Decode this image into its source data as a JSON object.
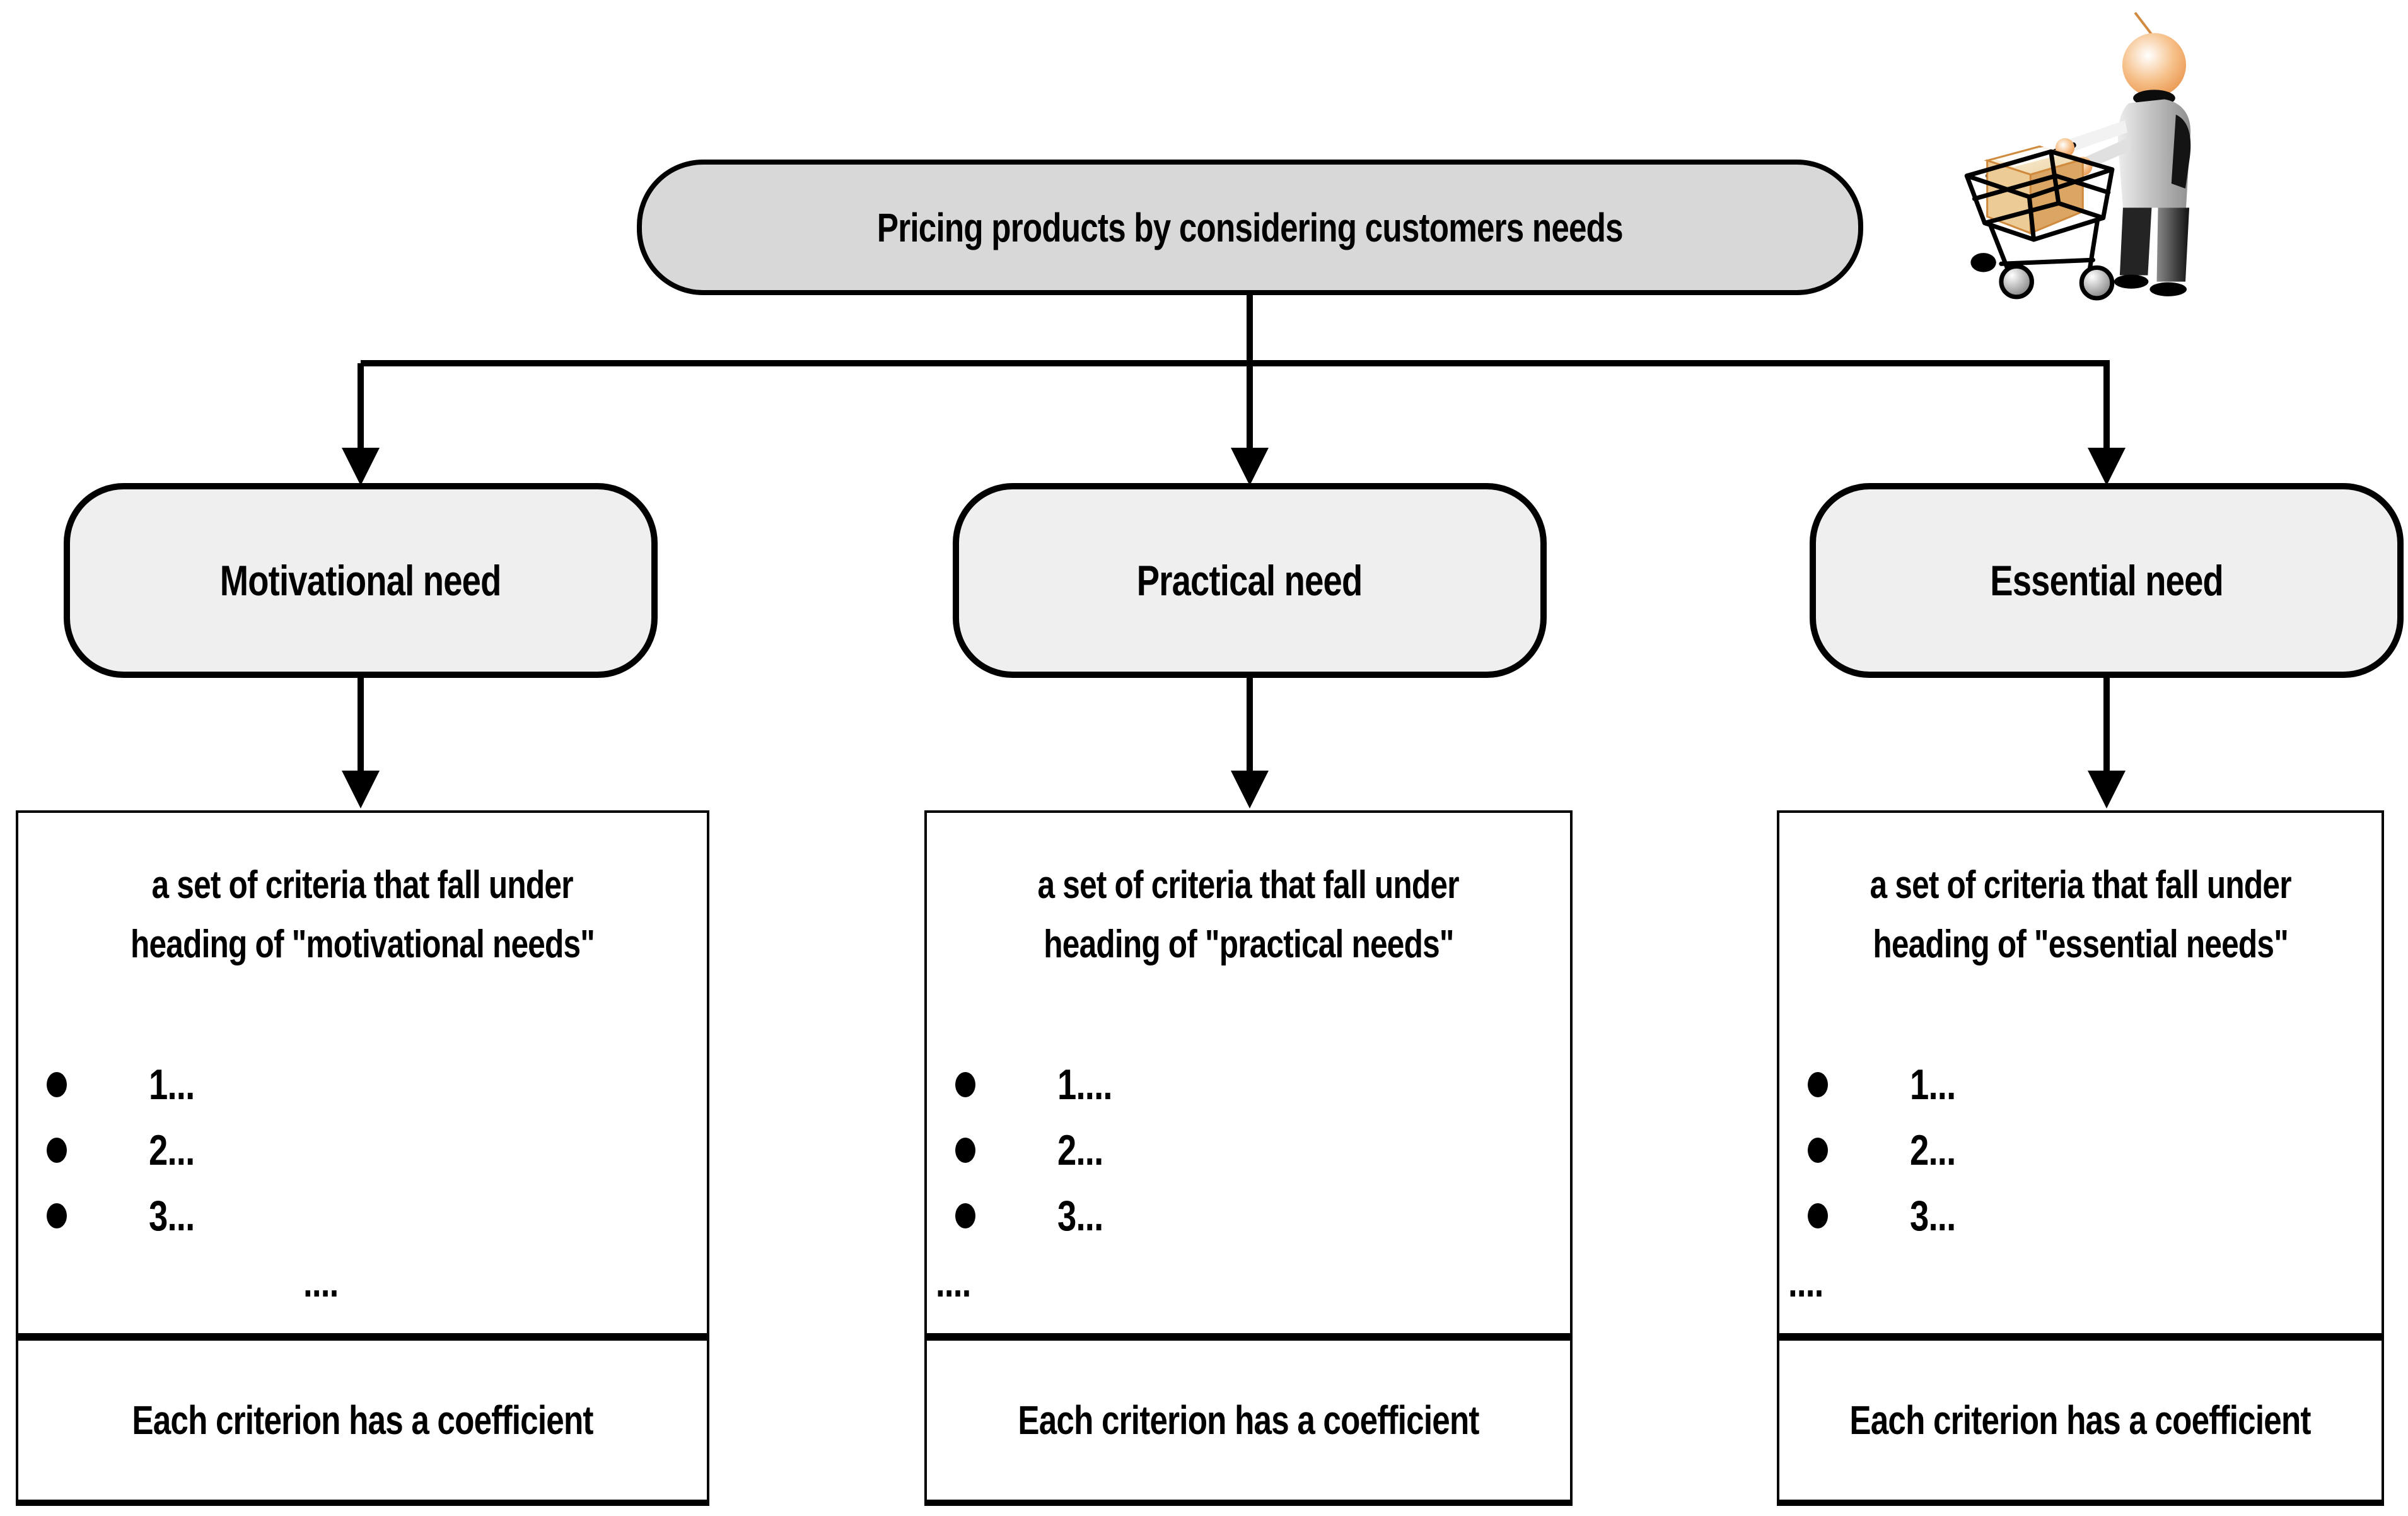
{
  "root": {
    "label": "Pricing products by considering customers needs"
  },
  "icon": {
    "name": "person-with-shopping-cart",
    "colors": {
      "skin": "#f0a35e",
      "box_front": "#eccb96",
      "box_side": "#dba564",
      "box_edge": "#cf8a3e",
      "outline": "#000000"
    }
  },
  "colors": {
    "root_fill": "#d8d8d8",
    "node_fill": "#efefef",
    "line": "#000000",
    "background": "#ffffff"
  },
  "branches": [
    {
      "node_label": "Motivational need",
      "card": {
        "heading_line1": "a set of criteria that fall under",
        "heading_line2": "heading of \"motivational needs\"",
        "bullets": [
          "1...",
          "2...",
          "3..."
        ],
        "ellipsis": "....",
        "footer": "Each criterion has a coefficient"
      }
    },
    {
      "node_label": "Practical need",
      "card": {
        "heading_line1": "a set of criteria that fall under",
        "heading_line2": "heading of \"practical needs\"",
        "bullets": [
          "1....",
          "2...",
          "3..."
        ],
        "ellipsis": "....",
        "footer": "Each criterion has a coefficient"
      }
    },
    {
      "node_label": "Essential need",
      "card": {
        "heading_line1": "a set of criteria that fall under",
        "heading_line2": "heading of \"essential needs\"",
        "bullets": [
          "1...",
          "2...",
          "3..."
        ],
        "ellipsis": "....",
        "footer": "Each criterion has a coefficient"
      }
    }
  ]
}
